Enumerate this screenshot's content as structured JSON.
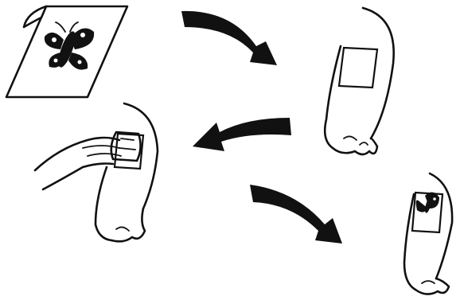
{
  "figure": {
    "steps": [
      {
        "id": "step-1",
        "icon": "transfer-sheet-icon"
      },
      {
        "id": "step-2",
        "icon": "paper-on-wrist-icon"
      },
      {
        "id": "step-3",
        "icon": "wet-cloth-press-icon"
      },
      {
        "id": "step-4",
        "icon": "finished-tattoo-icon"
      }
    ],
    "arrows": [
      "curved-arrow-icon",
      "curved-arrow-icon",
      "curved-arrow-icon"
    ],
    "colors": {
      "ink": "#111111",
      "background": "#ffffff"
    }
  }
}
